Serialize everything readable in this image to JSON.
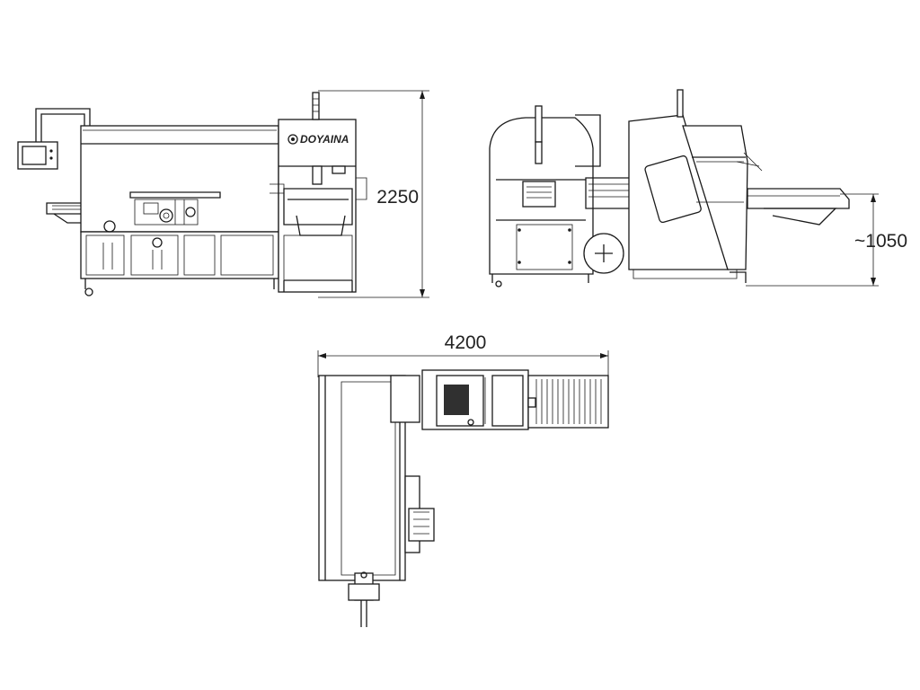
{
  "brand": {
    "logo_text": "DOYAINA"
  },
  "dimensions": {
    "height": "2250",
    "working_height": "~1050",
    "length": "4200"
  },
  "views": [
    "front-elevation",
    "side-elevation",
    "plan-view"
  ]
}
